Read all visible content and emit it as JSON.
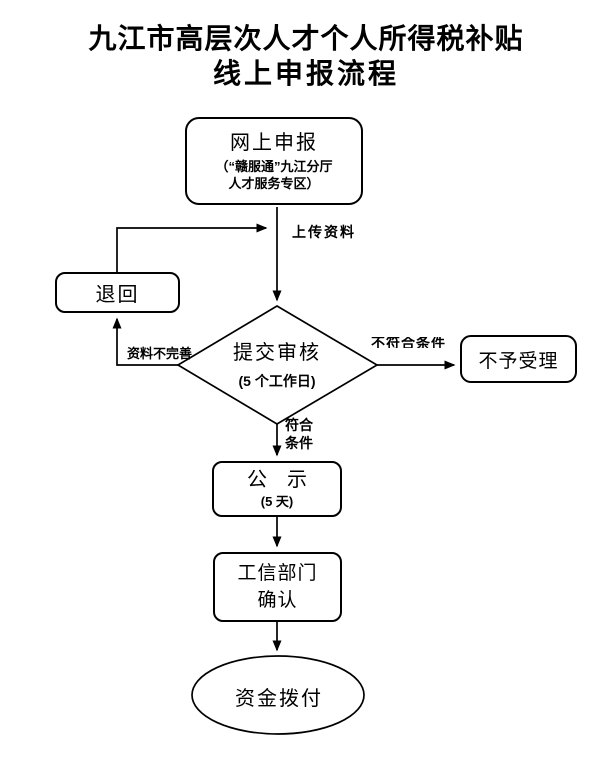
{
  "page": {
    "background_color": "#ffffff",
    "line_color": "#000000"
  },
  "title": {
    "line1": "九江市高层次人才个人所得税补贴",
    "line2": "线上申报流程"
  },
  "nodes": {
    "online_apply": {
      "title": "网上申报",
      "subtitle_line1": "（“赣服通”九江分厅",
      "subtitle_line2": "人才服务专区）"
    },
    "return_box": {
      "label": "退回"
    },
    "review_diamond": {
      "title": "提交审核",
      "subtitle": "(5 个工作日)"
    },
    "reject_box": {
      "label": "不予受理"
    },
    "publicity_box": {
      "title": "公　示",
      "subtitle": "(5 天)"
    },
    "confirm_box": {
      "line1": "工信部门",
      "line2": "确认"
    },
    "disburse_ellipse": {
      "label": "资金拨付"
    }
  },
  "edge_labels": {
    "upload": "上传资料",
    "incomplete": "资料不完善",
    "not_qualified": "不符合条件",
    "qualified_line1": "符合",
    "qualified_line2": "条件"
  }
}
